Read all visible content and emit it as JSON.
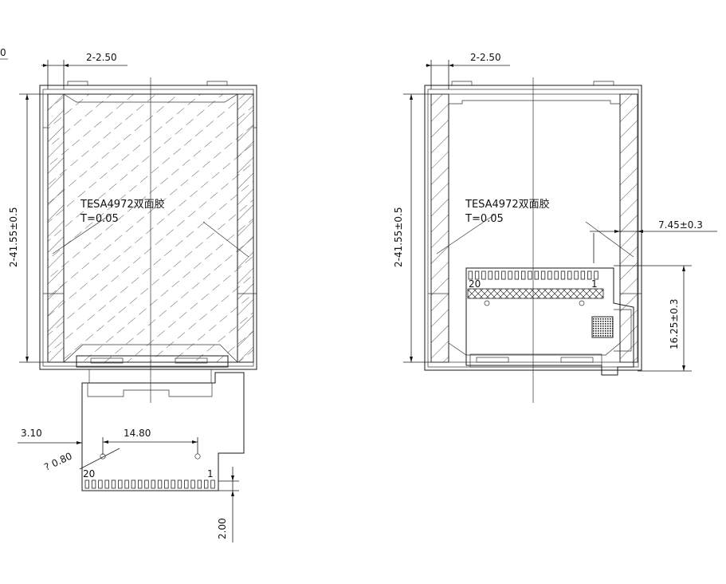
{
  "left_view": {
    "corner_label": "0",
    "dim_top": "2-2.50",
    "dim_height": "2-41.55±0.5",
    "tape_label_line1": "TESA4972双面胶",
    "tape_label_line2": "T=0.05",
    "dim_hole_offset": "3.10",
    "dim_hole_spacing": "14.80",
    "dim_hole_dia": "? 0.80",
    "pin_first": "20",
    "pin_last": "1",
    "dim_tail": "2.00"
  },
  "right_view": {
    "dim_top": "2-2.50",
    "dim_height": "2-41.55±0.5",
    "tape_label_line1": "TESA4972双面胶",
    "tape_label_line2": "T=0.05",
    "dim_side": "7.45±0.3",
    "dim_fpc_height": "16.25±0.3",
    "pin_first": "20",
    "pin_last": "1"
  }
}
